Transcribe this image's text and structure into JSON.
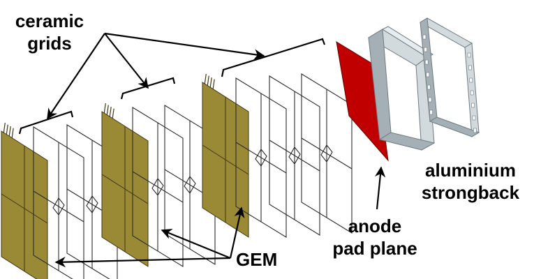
{
  "labels": {
    "ceramic_grids": [
      "ceramic",
      "grids"
    ],
    "gem": "GEM",
    "anode_pad_plane": [
      "anode",
      "pad plane"
    ],
    "aluminium_strongback": [
      "aluminium",
      "strongback"
    ]
  },
  "colors": {
    "gem_foil": "#9a8a35",
    "gem_edge": "#3e3514",
    "anode_pad": "#c00000",
    "anode_edge": "#6a0000",
    "frame_face": "#d2dade",
    "frame_shadow": "#a5b0b6",
    "frame_edge": "#6d7a80",
    "grid_line": "#2a2a2a",
    "annotation": "#000000"
  }
}
